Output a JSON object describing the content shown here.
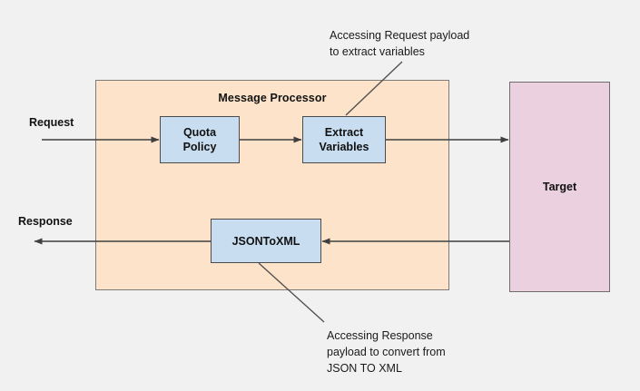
{
  "diagram": {
    "title_visible": false,
    "background_color": "#f1f1f1",
    "container": {
      "label": "Message Processor",
      "fill_color": "#fce3ca",
      "border_color": "#7f7c78"
    },
    "target": {
      "label": "Target",
      "fill_color": "#ebd1df",
      "border_color": "#6f6c6b"
    },
    "policies": [
      {
        "id": "quota-policy",
        "label": "Quota\nPolicy",
        "line1": "Quota",
        "line2": "Policy",
        "fill_color": "#c9ddf0"
      },
      {
        "id": "extract-variables",
        "label": "Extract\nVariables",
        "line1": "Extract",
        "line2": "Variables",
        "fill_color": "#c9ddf0"
      },
      {
        "id": "jsontoxml",
        "label": "JSONToXML",
        "line1": "JSONToXML",
        "line2": "",
        "fill_color": "#c9ddf0"
      }
    ],
    "flow_labels": {
      "request": "Request",
      "response": "Response"
    },
    "annotations": [
      {
        "id": "request-annotation",
        "text": "Accessing Request payload\nto extract variables",
        "points_to": "extract-variables"
      },
      {
        "id": "response-annotation",
        "text": "Accessing Response\npayload to convert from\nJSON TO XML",
        "points_to": "jsontoxml"
      }
    ],
    "arrow_color": "#3f3f3f"
  }
}
